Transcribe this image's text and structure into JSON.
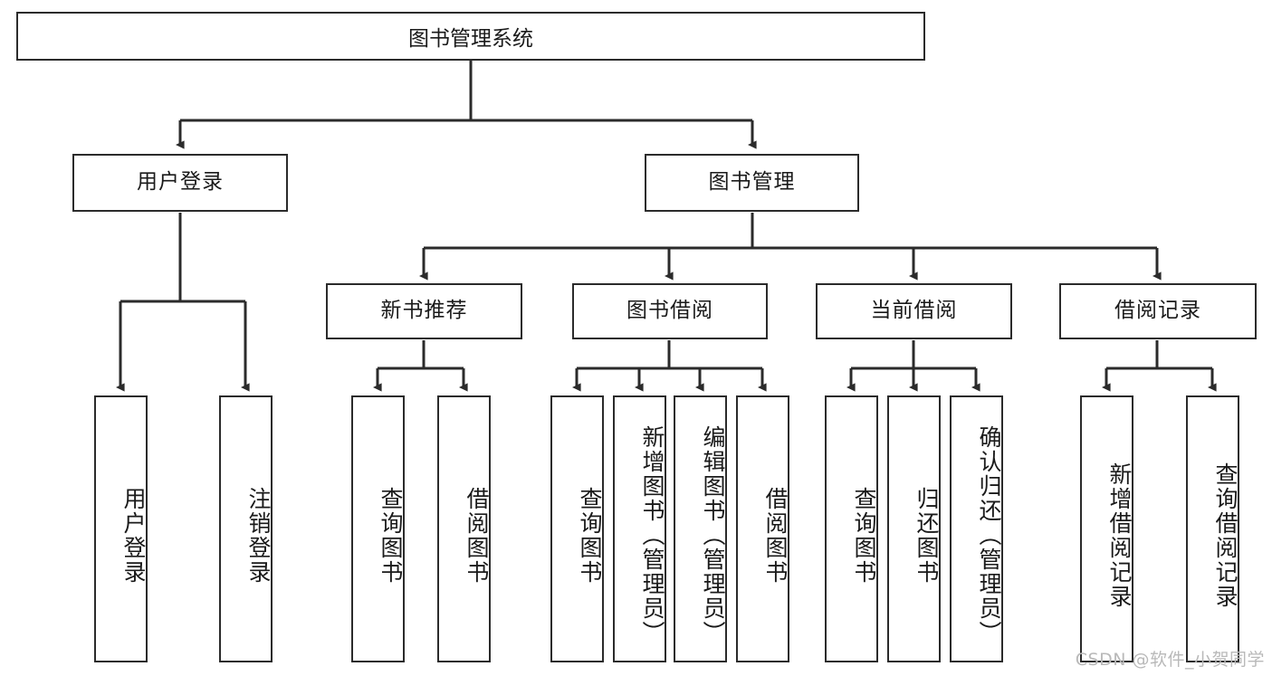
{
  "diagram": {
    "title": "图书管理系统",
    "type": "tree",
    "watermark": "CSDN @软件_小贺同学",
    "colors": {
      "stroke": "#2b2b2b",
      "fill": "#ffffff",
      "text": "#1a1a1a",
      "watermark": "#b9b9b9"
    },
    "levels": {
      "root": {
        "label": "图书管理系统"
      },
      "level2": [
        {
          "id": "user-login",
          "label": "用户登录"
        },
        {
          "id": "book-manage",
          "label": "图书管理"
        }
      ],
      "level3": [
        {
          "id": "new-book-recommend",
          "label": "新书推荐",
          "parent": "book-manage"
        },
        {
          "id": "book-borrow",
          "label": "图书借阅",
          "parent": "book-manage"
        },
        {
          "id": "current-borrow",
          "label": "当前借阅",
          "parent": "book-manage"
        },
        {
          "id": "borrow-record",
          "label": "借阅记录",
          "parent": "book-manage"
        }
      ],
      "leaves": [
        {
          "id": "leaf-user-login",
          "label": "用户登录",
          "parent": "user-login"
        },
        {
          "id": "leaf-logout",
          "label": "注销登录",
          "parent": "user-login"
        },
        {
          "id": "leaf-query-book-1",
          "label": "查询图书",
          "parent": "new-book-recommend"
        },
        {
          "id": "leaf-borrow-book-1",
          "label": "借阅图书",
          "parent": "new-book-recommend"
        },
        {
          "id": "leaf-query-book-2",
          "label": "查询图书",
          "parent": "book-borrow"
        },
        {
          "id": "leaf-add-book",
          "label": "新增图书（管理员）",
          "parent": "book-borrow"
        },
        {
          "id": "leaf-edit-book",
          "label": "编辑图书（管理员）",
          "parent": "book-borrow"
        },
        {
          "id": "leaf-borrow-book-2",
          "label": "借阅图书",
          "parent": "book-borrow"
        },
        {
          "id": "leaf-query-book-3",
          "label": "查询图书",
          "parent": "current-borrow"
        },
        {
          "id": "leaf-return-book",
          "label": "归还图书",
          "parent": "current-borrow"
        },
        {
          "id": "leaf-confirm-return",
          "label": "确认归还（管理员）",
          "parent": "current-borrow"
        },
        {
          "id": "leaf-add-record",
          "label": "新增借阅记录",
          "parent": "borrow-record"
        },
        {
          "id": "leaf-query-record",
          "label": "查询借阅记录",
          "parent": "borrow-record"
        }
      ]
    }
  }
}
